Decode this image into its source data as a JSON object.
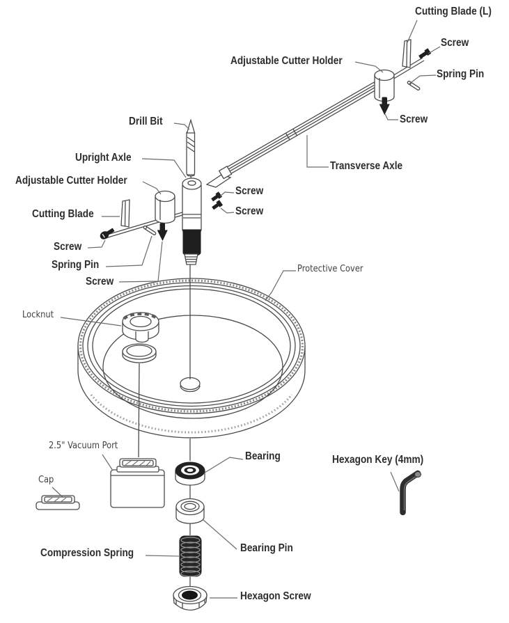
{
  "diagram": {
    "type": "exploded-parts-diagram",
    "subject": "circle hole cutter assembly",
    "colors": {
      "background": "#ffffff",
      "line": "#4a4a4a",
      "dark_parts": "#1f1f1f",
      "label_bold_text": "#2d2d2d",
      "label_light_text": "#424242",
      "leader_line": "#6b6b6b"
    },
    "labels": [
      {
        "id": "cutting-blade-l",
        "text": "Cutting Blade (L)"
      },
      {
        "id": "screw-top-right",
        "text": "Screw"
      },
      {
        "id": "adjustable-cutter-holder-right",
        "text": "Adjustable Cutter Holder"
      },
      {
        "id": "spring-pin-right",
        "text": "Spring Pin"
      },
      {
        "id": "screw-right-lower",
        "text": "Screw"
      },
      {
        "id": "drill-bit",
        "text": "Drill Bit"
      },
      {
        "id": "upright-axle",
        "text": "Upright Axle"
      },
      {
        "id": "transverse-axle",
        "text": "Transverse Axle"
      },
      {
        "id": "adjustable-cutter-holder-left",
        "text": "Adjustable Cutter Holder"
      },
      {
        "id": "screw-mid-a",
        "text": "Screw"
      },
      {
        "id": "screw-mid-b",
        "text": "Screw"
      },
      {
        "id": "cutting-blade-left",
        "text": "Cutting Blade"
      },
      {
        "id": "screw-left-a",
        "text": "Screw"
      },
      {
        "id": "spring-pin-left",
        "text": "Spring Pin"
      },
      {
        "id": "screw-left-b",
        "text": "Screw"
      },
      {
        "id": "protective-cover",
        "text": "Protective Cover"
      },
      {
        "id": "locknut",
        "text": "Locknut"
      },
      {
        "id": "vacuum-port",
        "text": "2.5\" Vacuum Port"
      },
      {
        "id": "cap",
        "text": "Cap"
      },
      {
        "id": "bearing",
        "text": "Bearing"
      },
      {
        "id": "hexagon-key",
        "text": "Hexagon Key (4mm)"
      },
      {
        "id": "compression-spring",
        "text": "Compression Spring"
      },
      {
        "id": "bearing-pin",
        "text": "Bearing Pin"
      },
      {
        "id": "hexagon-screw",
        "text": "Hexagon Screw"
      }
    ]
  }
}
